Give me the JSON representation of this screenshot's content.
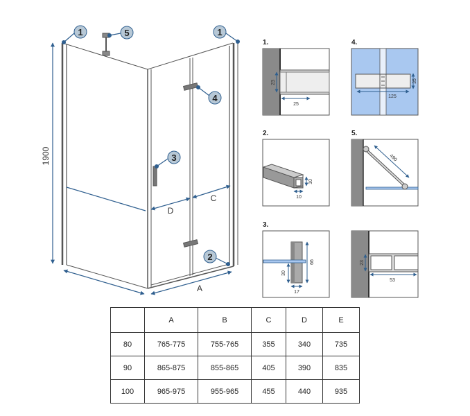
{
  "main_drawing": {
    "height_label": "1900",
    "width_label_a": "A",
    "width_label_c": "C",
    "width_label_d": "D",
    "callouts": [
      "1",
      "1",
      "2",
      "3",
      "4",
      "5"
    ]
  },
  "detail_panels": [
    {
      "title": "1.",
      "dims": [
        "23",
        "25"
      ]
    },
    {
      "title": "2.",
      "dims": [
        "10",
        "10"
      ]
    },
    {
      "title": "3.",
      "dims": [
        "30",
        "66",
        "17"
      ]
    },
    {
      "title": "4.",
      "dims": [
        "125",
        "35"
      ]
    },
    {
      "title": "5.",
      "dims": [
        "490"
      ]
    },
    {
      "title": "",
      "dims": [
        "23",
        "53"
      ]
    }
  ],
  "table": {
    "headers": [
      "",
      "A",
      "B",
      "C",
      "D",
      "E"
    ],
    "rows": [
      [
        "80",
        "765-775",
        "755-765",
        "355",
        "340",
        "735"
      ],
      [
        "90",
        "865-875",
        "855-865",
        "405",
        "390",
        "835"
      ],
      [
        "100",
        "965-975",
        "955-965",
        "455",
        "440",
        "935"
      ]
    ]
  },
  "colors": {
    "dimension_line": "#2f5f8f",
    "glass_blue": "#a9c8f0",
    "wall_gray": "#8a8a8a",
    "callout_fill": "#b7c8d6",
    "frame": "#555555"
  }
}
